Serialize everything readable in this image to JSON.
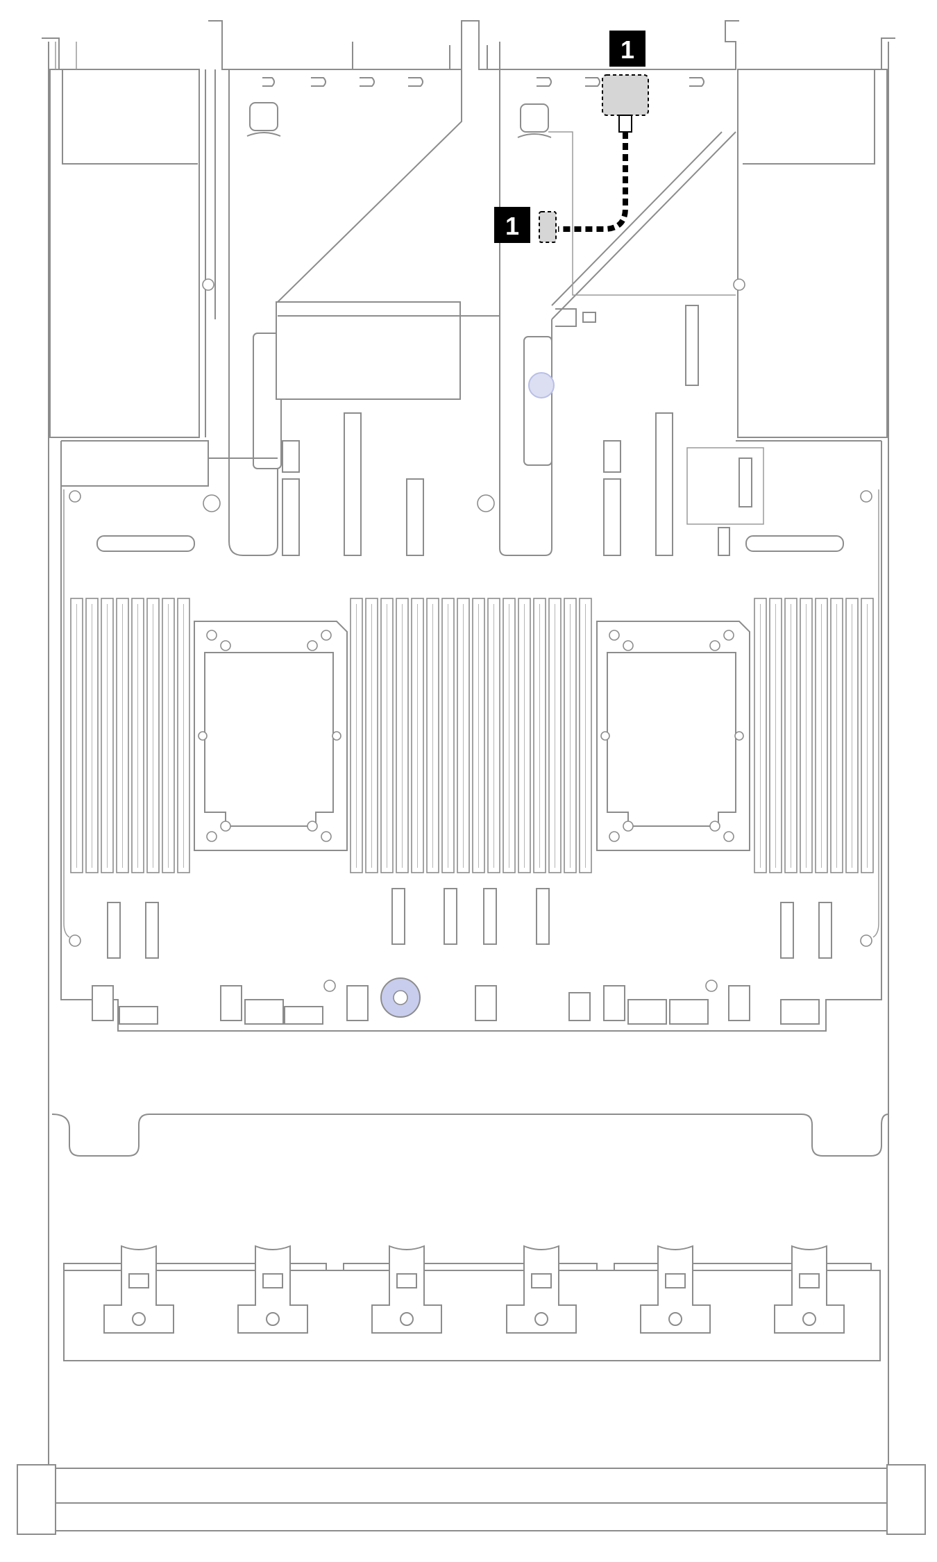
{
  "diagram": {
    "type": "server-top-view-cable-routing",
    "callouts": [
      {
        "label": "1"
      },
      {
        "label": "1"
      }
    ],
    "colors": {
      "outline": "#8c8c8c",
      "cable": "#000000",
      "highlight": "#d6d6d6",
      "screw_accent": "#b9bfe6"
    }
  }
}
